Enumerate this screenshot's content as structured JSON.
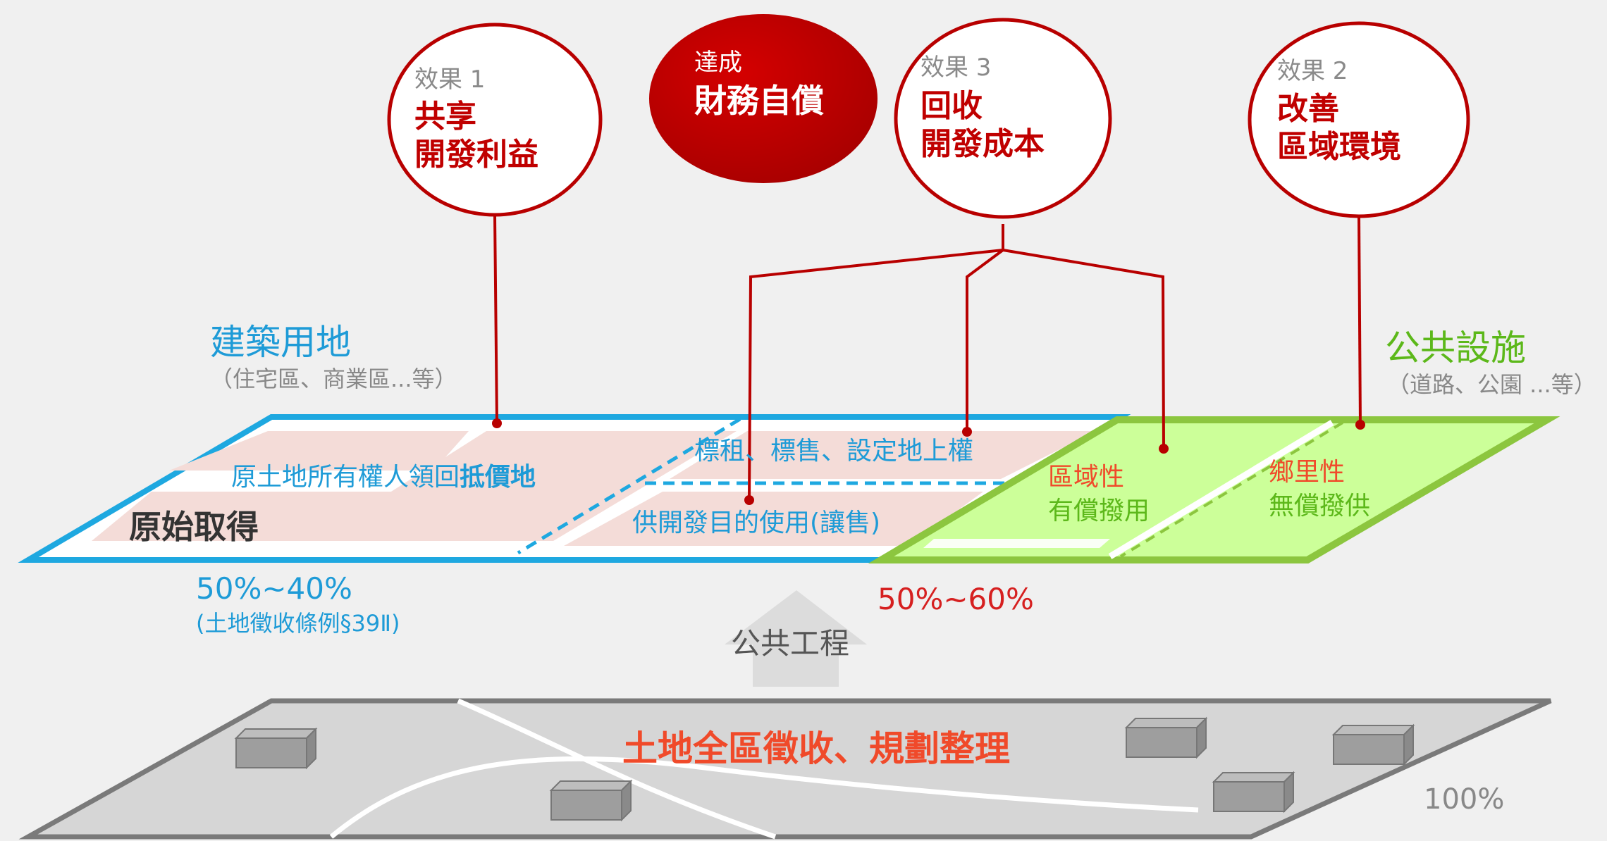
{
  "effects": [
    {
      "label": "效果 1",
      "line1": "共享",
      "line2": "開發利益"
    },
    {
      "label": "效果 3",
      "line1": "回收",
      "line2": "開發成本"
    },
    {
      "label": "效果 2",
      "line1": "改善",
      "line2": "區域環境"
    }
  ],
  "goal": {
    "small": "達成",
    "main": "財務自償"
  },
  "building_land": {
    "title": "建築用地",
    "subtitle": "（住宅區、商業區...等）"
  },
  "public_facilities": {
    "title": "公共設施",
    "subtitle": "（道路、公園 ...等）"
  },
  "zones": {
    "return_land_prefix": "原土地所有權人領回",
    "return_land_bold": "抵價地",
    "lease": "標租、標售、設定地上權",
    "original": "原始取得",
    "sale": "供開發目的使用(讓售)",
    "regional": {
      "line1": "區域性",
      "line2": "有償撥用"
    },
    "village": {
      "line1": "鄉里性",
      "line2": "無償撥供"
    }
  },
  "ratios": {
    "building": "50%~40%",
    "building_note": "(土地徵收條例§39Ⅱ)",
    "public": "50%~60%",
    "full": "100%"
  },
  "public_works": "公共工程",
  "base_label": "土地全區徵收、規劃整理",
  "colors": {
    "accent_red": "#c00000",
    "blue": "#1e9bd7",
    "green_fill": "#ccff99",
    "green_border": "#8cc63f",
    "pink": "#f4dcd8"
  }
}
